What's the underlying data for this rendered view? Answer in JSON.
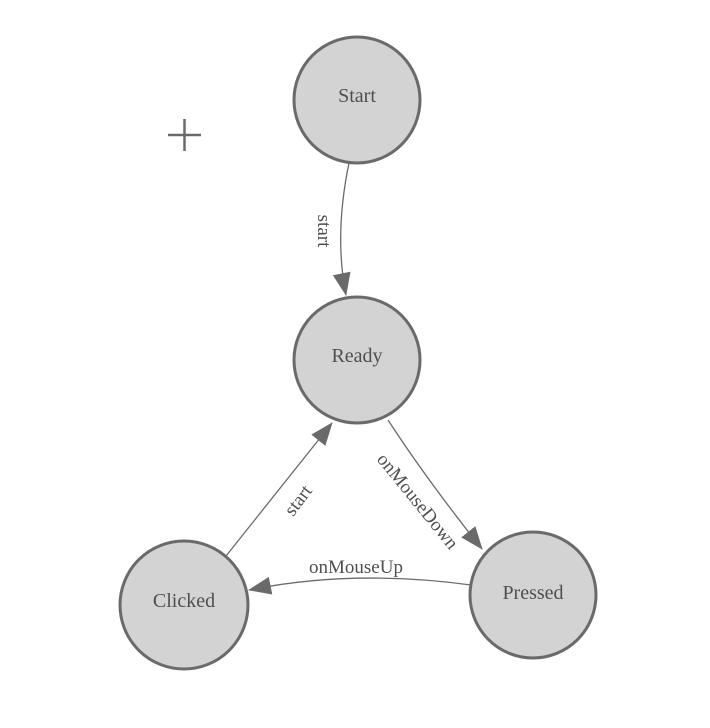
{
  "app": {
    "background": "#ffffff"
  },
  "colors": {
    "node_fill": "#d3d3d3",
    "node_border": "#6a6a6a",
    "edge_line": "#6a6a6a",
    "arrowhead": "#6a6a6a",
    "label_text": "#4f4f4f",
    "crosshair": "#6a6a6a"
  },
  "icons": {
    "crosshair": "+"
  },
  "diagram": {
    "type": "finite-state-machine",
    "nodes": [
      {
        "id": "start",
        "label": "Start"
      },
      {
        "id": "ready",
        "label": "Ready"
      },
      {
        "id": "clicked",
        "label": "Clicked"
      },
      {
        "id": "pressed",
        "label": "Pressed"
      }
    ],
    "edges": [
      {
        "from": "Start",
        "to": "Ready",
        "label": "start"
      },
      {
        "from": "Ready",
        "to": "Pressed",
        "label": "onMouseDown"
      },
      {
        "from": "Pressed",
        "to": "Clicked",
        "label": "onMouseUp"
      },
      {
        "from": "Clicked",
        "to": "Ready",
        "label": "start"
      }
    ]
  }
}
